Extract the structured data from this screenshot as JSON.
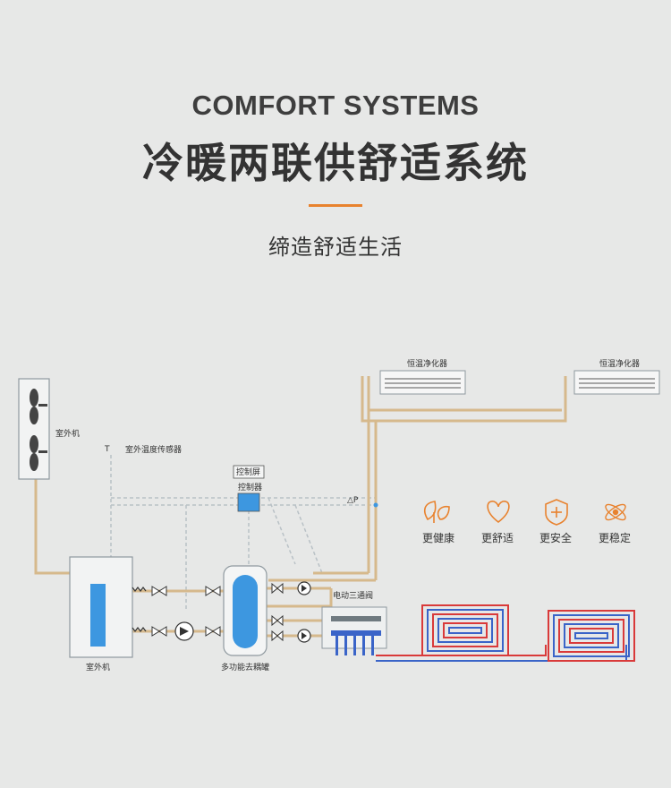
{
  "header": {
    "title_en": "COMFORT SYSTEMS",
    "title_zh": "冷暖两联供舒适系统",
    "subtitle": "缔造舒适生活",
    "accent_color": "#e8822e"
  },
  "diagram": {
    "outdoor_unit_top_label": "室外机",
    "outdoor_temp_sensor_label": "室外温度传感器",
    "control_screen_label": "控制屏",
    "controller_label": "控制器",
    "delta_p_label": "△P",
    "temp_sensor_symbol": "T",
    "three_way_valve_label": "电动三通阀",
    "outdoor_unit_bottom_label": "室外机",
    "buffer_tank_label": "多功能去耦罐",
    "purifier_left_label": "恒温净化器",
    "purifier_right_label": "恒温净化器",
    "colors": {
      "pipe_tan": "#d6b98c",
      "pipe_gray": "#a9b3b9",
      "pipe_red": "#d93a3a",
      "pipe_blue": "#3a64c8",
      "tank_blue": "#3d97e0",
      "accent": "#e8822e"
    }
  },
  "features": [
    {
      "icon": "leaf-icon",
      "label": "更健康"
    },
    {
      "icon": "heart-icon",
      "label": "更舒适"
    },
    {
      "icon": "shield-plus-icon",
      "label": "更安全"
    },
    {
      "icon": "atom-icon",
      "label": "更稳定"
    }
  ]
}
